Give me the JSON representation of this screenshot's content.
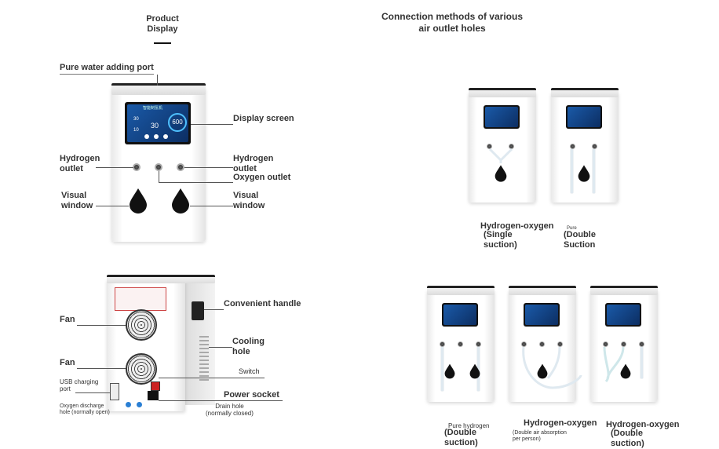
{
  "header": {
    "product_display": "Product\nDisplay",
    "connection_methods": "Connection methods of various\nair outlet holes"
  },
  "front_labels": {
    "water_port": "Pure water adding port",
    "display_screen": "Display screen",
    "hydrogen_outlet_left": "Hydrogen\noutlet",
    "hydrogen_outlet_right": "Hydrogen\noutlet",
    "oxygen_outlet": "Oxygen outlet",
    "visual_window_left": "Visual\nwindow",
    "visual_window_right": "Visual\nwindow"
  },
  "screen": {
    "title": "智能制氢机",
    "value_a": "30",
    "value_b": "30",
    "value_c": "10",
    "dial_value": "600"
  },
  "back_labels": {
    "convenient_handle": "Convenient handle",
    "fan_top": "Fan",
    "cooling_hole": "Cooling\nhole",
    "fan_bottom": "Fan",
    "switch": "Switch",
    "usb_port": "USB charging\nport",
    "power_socket": "Power socket",
    "oxygen_discharge": "Oxygen discharge\nhole (normally open)",
    "drain_hole": "Drain hole\n(normally closed)"
  },
  "connections_top": [
    {
      "small": "Hydrogen-oxygen",
      "large": "(Single\nsuction)"
    },
    {
      "small": "Pure",
      "large": "(Double\nSuction"
    }
  ],
  "connections_bottom": [
    {
      "small": "Pure hydrogen",
      "large": "(Double\nsuction)"
    },
    {
      "small": "Hydrogen-oxygen",
      "large": "(Double air absorption\nper person)"
    },
    {
      "small": "Hydrogen-oxygen",
      "large": "(Double\nsuction)"
    }
  ],
  "colors": {
    "label_text": "#333333",
    "screen_blue": "#1a5aa8",
    "dial_ring": "#4fc1ff",
    "machine_white": "#ffffff",
    "lid_black": "#222222"
  }
}
